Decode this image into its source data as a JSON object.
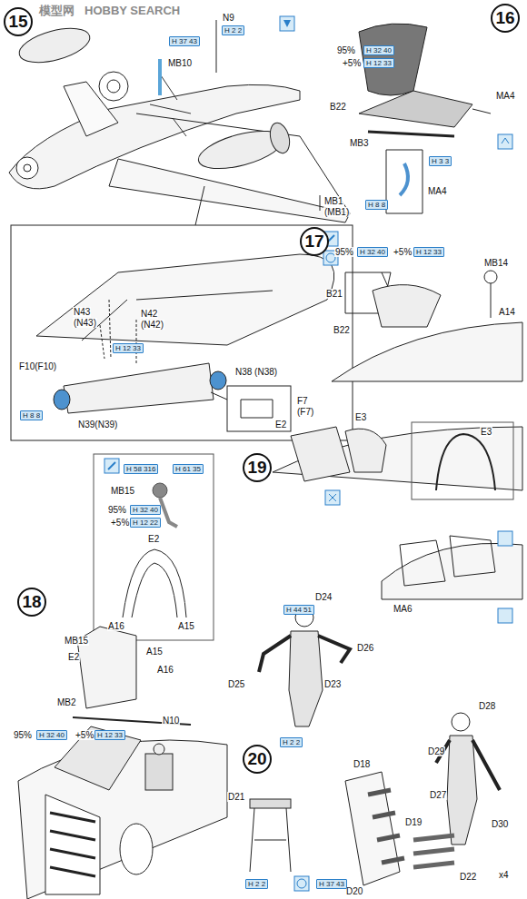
{
  "diagram": {
    "nodes": [
      {
        "text": [
          "15"
        ]
      },
      {
        "text": [
          "16"
        ]
      },
      {
        "text": [
          "17"
        ]
      },
      {
        "text": [
          "18"
        ]
      },
      {
        "text": [
          "19"
        ]
      },
      {
        "text": [
          "20"
        ]
      }
    ],
    "labels": [
      "模型网",
      "HOBBY SEARCH",
      "H 37 43",
      "MB10",
      "N9",
      "H 2 2",
      "MB1",
      "(MB1)",
      "N43",
      "(N43)",
      "N42",
      "(N42)",
      "H 12 33",
      "N38 (N38)",
      "F10(F10)",
      "H 8 8",
      "N39(N39)",
      "F7",
      "(F7)",
      "95%",
      "H 32 40",
      "+5%",
      "H 12 33",
      "B22",
      "MA4",
      "MB3",
      "MA4",
      "H 3 3",
      "H 8 8",
      "95%",
      "H 32 40",
      "+5%",
      "H 12 33",
      "MB14",
      "B21",
      "B22",
      "A14",
      "H 58 316",
      "H 61 35",
      "MB15",
      "95%",
      "H 32 40",
      "+5%",
      "H 12 22",
      "E2",
      "A16",
      "A15",
      "MB15",
      "E2",
      "A15",
      "A16",
      "MB2",
      "N10",
      "95%",
      "H 32 40",
      "+5%",
      "H 12 33",
      "E2",
      "E3",
      "E3",
      "MA6",
      "D24",
      "H 44 51",
      "D26",
      "D25",
      "D23",
      "H 2 2",
      "D28",
      "D29",
      "D27",
      "D30",
      "D18",
      "D21",
      "D19",
      "D22",
      "x4",
      "D20",
      "H 2 2",
      "H 37 43"
    ]
  }
}
